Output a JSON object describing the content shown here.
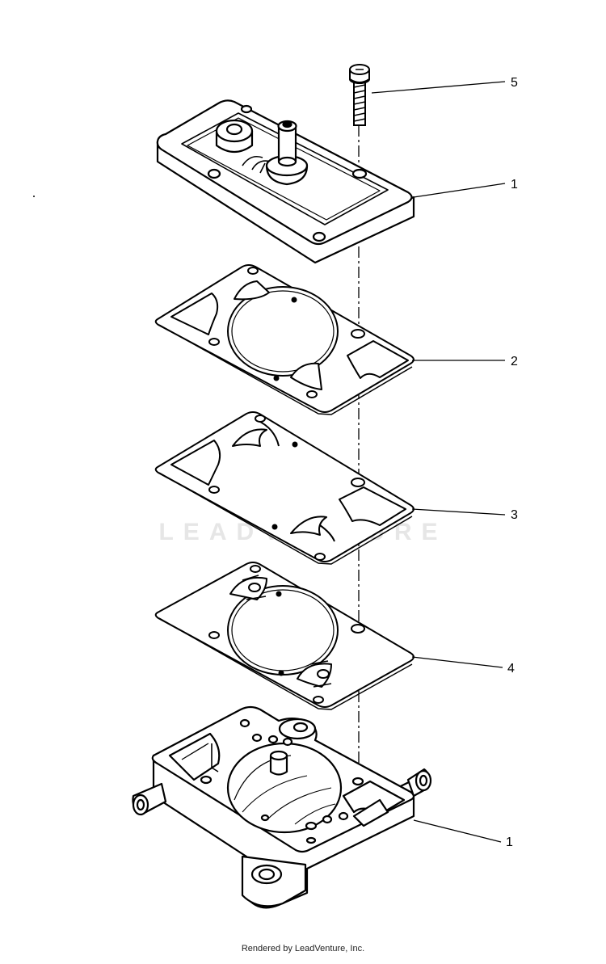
{
  "callouts": [
    "5",
    "1",
    "2",
    "3",
    "4",
    "1"
  ],
  "watermark": {
    "text": "LEADVENTURE"
  },
  "footer": {
    "text": "Rendered by LeadVenture, Inc."
  }
}
